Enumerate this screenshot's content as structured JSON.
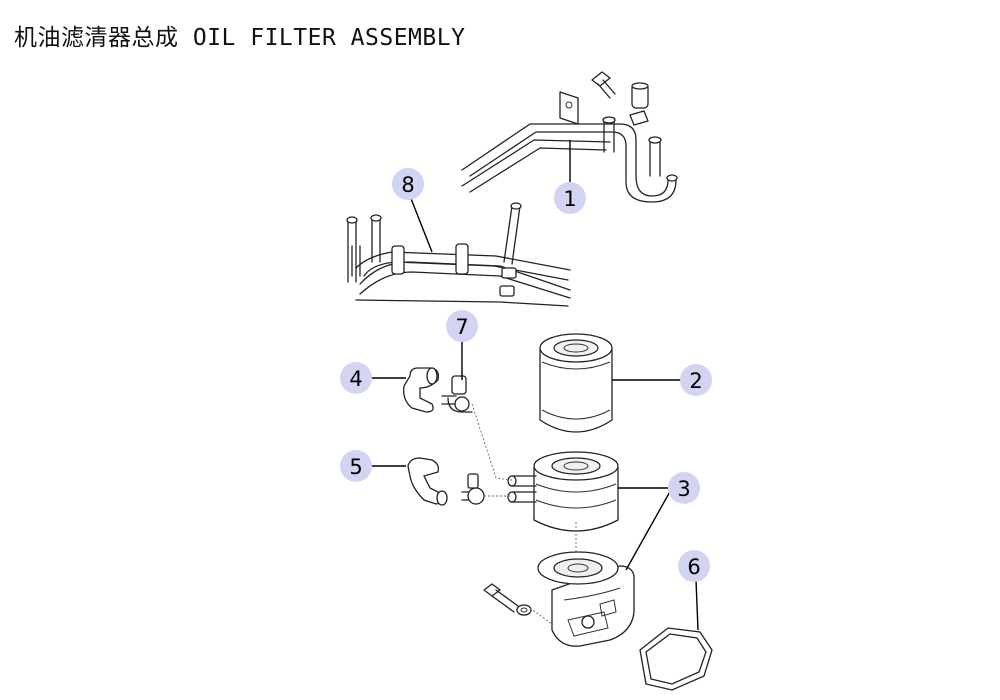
{
  "title": "机油滤清器总成 OIL FILTER ASSEMBLY",
  "callouts": {
    "c1": "1",
    "c2": "2",
    "c3": "3",
    "c4": "4",
    "c5": "5",
    "c6": "6",
    "c7": "7",
    "c8": "8"
  },
  "colors": {
    "callout_fill": "#d3d4f2",
    "line": "#222222",
    "background": "#ffffff"
  }
}
